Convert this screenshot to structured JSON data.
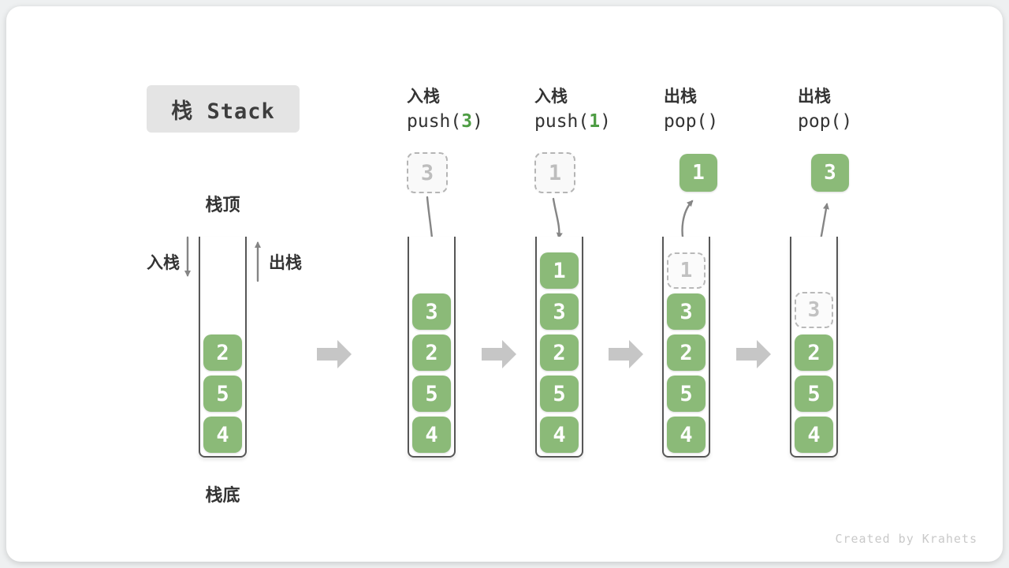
{
  "title": "栈 Stack",
  "watermark": "Created by Krahets",
  "colors": {
    "cell_green": "#8bba78",
    "code_arg_green": "#4e9d44",
    "arrow_gray": "#858585",
    "flow_arrow_gray": "#c6c6c6",
    "ghost_gray": "#bdbdbd",
    "text_dark": "#333333",
    "badge_bg": "#e4e4e4"
  },
  "stack1": {
    "top_label": "栈顶",
    "bottom_label": "栈底",
    "push_label": "入栈",
    "pop_label": "出栈",
    "cells": [
      "2",
      "5",
      "4"
    ]
  },
  "steps": {
    "push3": {
      "label_cn": "入栈",
      "code_pre": "push(",
      "code_arg": "3",
      "code_post": ")",
      "float_value": "3",
      "cells": [
        "3",
        "2",
        "5",
        "4"
      ]
    },
    "push1": {
      "label_cn": "入栈",
      "code_pre": "push(",
      "code_arg": "1",
      "code_post": ")",
      "float_value": "1",
      "cells": [
        "1",
        "3",
        "2",
        "5",
        "4"
      ]
    },
    "pop1": {
      "label_cn": "出栈",
      "code": "pop()",
      "float_value": "1",
      "ghost_value": "1",
      "cells": [
        "3",
        "2",
        "5",
        "4"
      ]
    },
    "pop3": {
      "label_cn": "出栈",
      "code": "pop()",
      "float_value": "3",
      "ghost_value": "3",
      "cells": [
        "2",
        "5",
        "4"
      ]
    }
  }
}
